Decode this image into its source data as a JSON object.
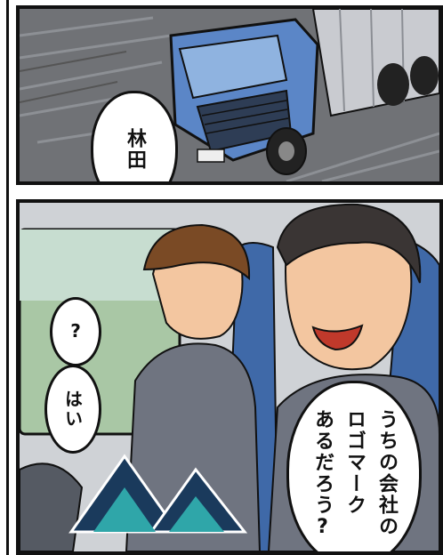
{
  "panels": {
    "top": {
      "speech": "林田"
    },
    "bottom": {
      "speech_small_q": "?",
      "speech_small_reply": "はい",
      "speech_main_line1": "うちの会社の",
      "speech_main_line2": "ロゴマーク",
      "speech_main_line3": "あるだろう?"
    }
  },
  "colors": {
    "truck_cab": "#5b86c7",
    "logo_dark": "#1a3a5c",
    "logo_teal": "#2fa6a9",
    "seat_blue": "#3f69a8",
    "jacket_gray": "#6f7480"
  }
}
